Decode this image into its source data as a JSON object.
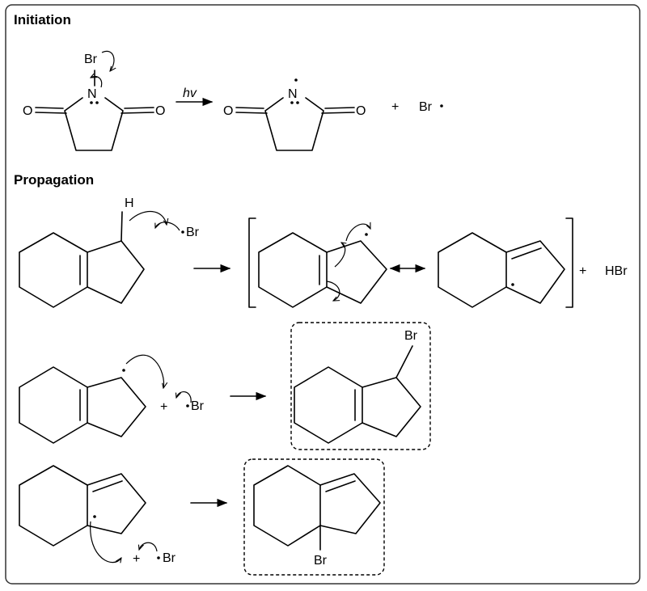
{
  "sections": {
    "initiation": "Initiation",
    "propagation": "Propagation"
  },
  "labels": {
    "Br": "Br",
    "N": "N",
    "O": "O",
    "H": "H",
    "HBr": "HBr",
    "plus": "+",
    "hv": "hv"
  },
  "colors": {
    "ink": "#000000",
    "frame": "#333333",
    "background": "#ffffff"
  },
  "arrow_types": [
    "reaction-arrow",
    "resonance-arrow",
    "single-electron-fishhook"
  ]
}
